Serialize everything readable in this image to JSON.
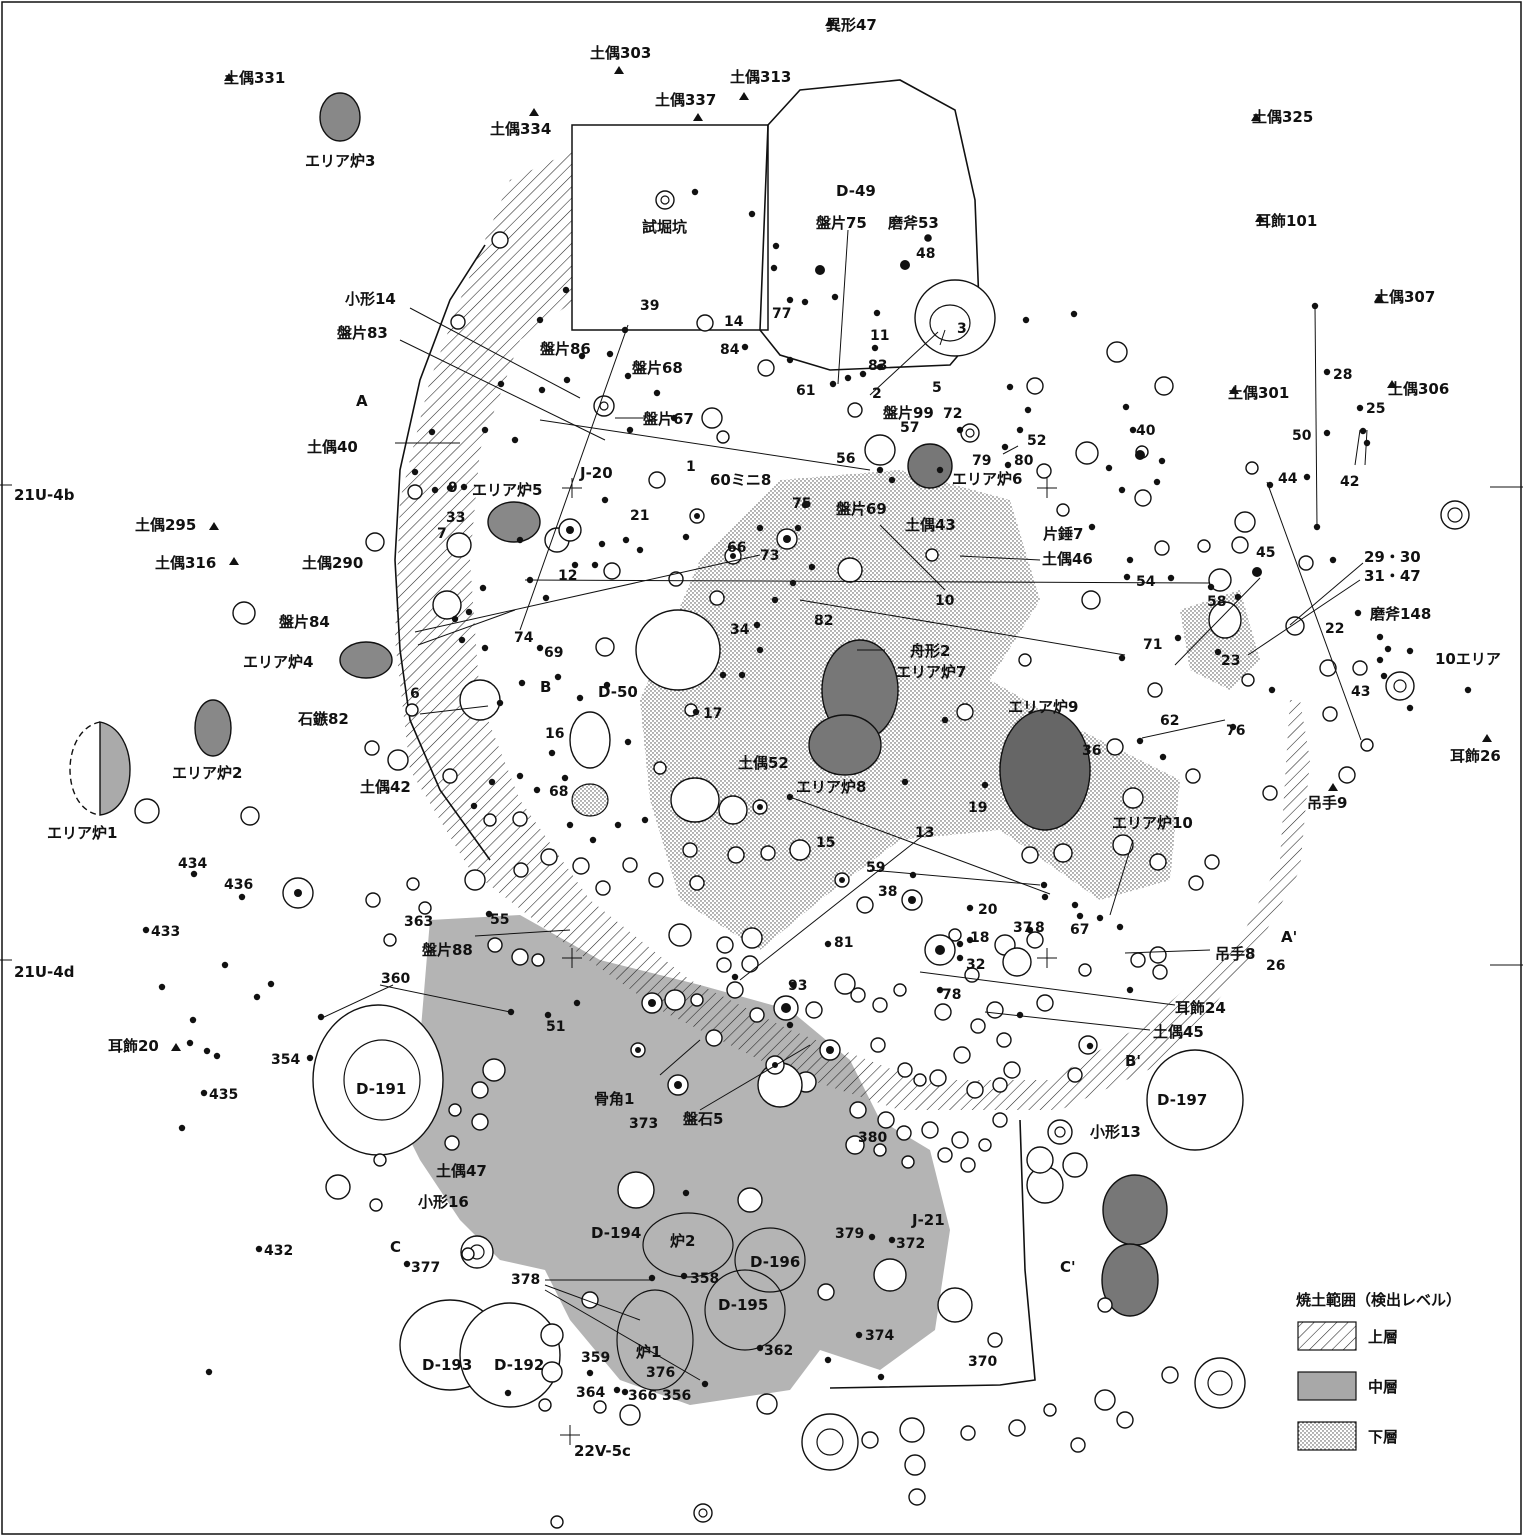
{
  "grid": {
    "left": [
      "21U-4b",
      "21U-4d"
    ],
    "bottom": "22V-5c"
  },
  "features": {
    "trench": "試堀坑",
    "d49": "D-49",
    "d50": "D-50",
    "d191": "D-191",
    "d192": "D-192",
    "d193": "D-193",
    "d194": "D-194",
    "d195": "D-195",
    "d196": "D-196",
    "d197": "D-197",
    "j20": "J-20",
    "j21": "J-21",
    "hearth1": "炉1",
    "hearth2": "炉2"
  },
  "hearth_areas": [
    "エリア炉1",
    "エリア炉2",
    "エリア炉3",
    "エリア炉4",
    "エリア炉5",
    "エリア炉6",
    "エリア炉7",
    "エリア炉8",
    "エリア炉9",
    "エリア炉10",
    "10エリア"
  ],
  "artifacts": {
    "dogu": [
      "土偶331",
      "土偶303",
      "土偶313",
      "土偶337",
      "土偶334",
      "土偶325",
      "土偶307",
      "土偶301",
      "土偶306",
      "土偶295",
      "土偶316",
      "土偶290",
      "土偶40",
      "土偶42",
      "土偶43",
      "土偶46",
      "土偶52",
      "土偶45",
      "土偶47"
    ],
    "ikei": "異形47",
    "mimikazari": [
      "耳飾101",
      "耳飾26",
      "耳飾24",
      "耳飾20"
    ],
    "banpen": [
      "盤片75",
      "盤片83",
      "盤片86",
      "盤片68",
      "盤片67",
      "盤片99",
      "盤片69",
      "盤片84",
      "盤片88"
    ],
    "sekifu": [
      "磨斧53",
      "磨斧148"
    ],
    "kogata": [
      "小形14",
      "小形13",
      "小形16"
    ],
    "others": [
      "60ミニ8",
      "片錘7",
      "舟形2",
      "石鏃82",
      "吊手9",
      "吊手8",
      "骨角1",
      "盤石5",
      "29・30",
      "31・47"
    ]
  },
  "section_markers": [
    "A",
    "A'",
    "B",
    "B'",
    "C",
    "C'"
  ],
  "numbers": [
    "48",
    "3",
    "14",
    "84",
    "77",
    "11",
    "83",
    "61",
    "2",
    "5",
    "39",
    "57",
    "72",
    "52",
    "79",
    "80",
    "40",
    "28",
    "25",
    "50",
    "44",
    "42",
    "1",
    "9",
    "33",
    "7",
    "21",
    "12",
    "66",
    "73",
    "75",
    "56",
    "34",
    "82",
    "10",
    "54",
    "45",
    "58",
    "71",
    "23",
    "22",
    "43",
    "74",
    "69",
    "6",
    "16",
    "17",
    "62",
    "76",
    "36",
    "68",
    "15",
    "13",
    "19",
    "59",
    "38",
    "20",
    "18",
    "37",
    "8",
    "67",
    "32",
    "81",
    "93",
    "78",
    "51",
    "55",
    "363",
    "360",
    "354",
    "434",
    "436",
    "433",
    "435",
    "432",
    "377",
    "378",
    "359",
    "364",
    "366",
    "356",
    "376",
    "362",
    "358",
    "379",
    "372",
    "374",
    "370",
    "373",
    "380",
    "26"
  ],
  "legend": {
    "title": "焼土範囲（検出レベル）",
    "items": [
      {
        "label": "上層",
        "pattern": "hatch"
      },
      {
        "label": "中層",
        "pattern": "gray"
      },
      {
        "label": "下層",
        "pattern": "dots"
      }
    ]
  }
}
